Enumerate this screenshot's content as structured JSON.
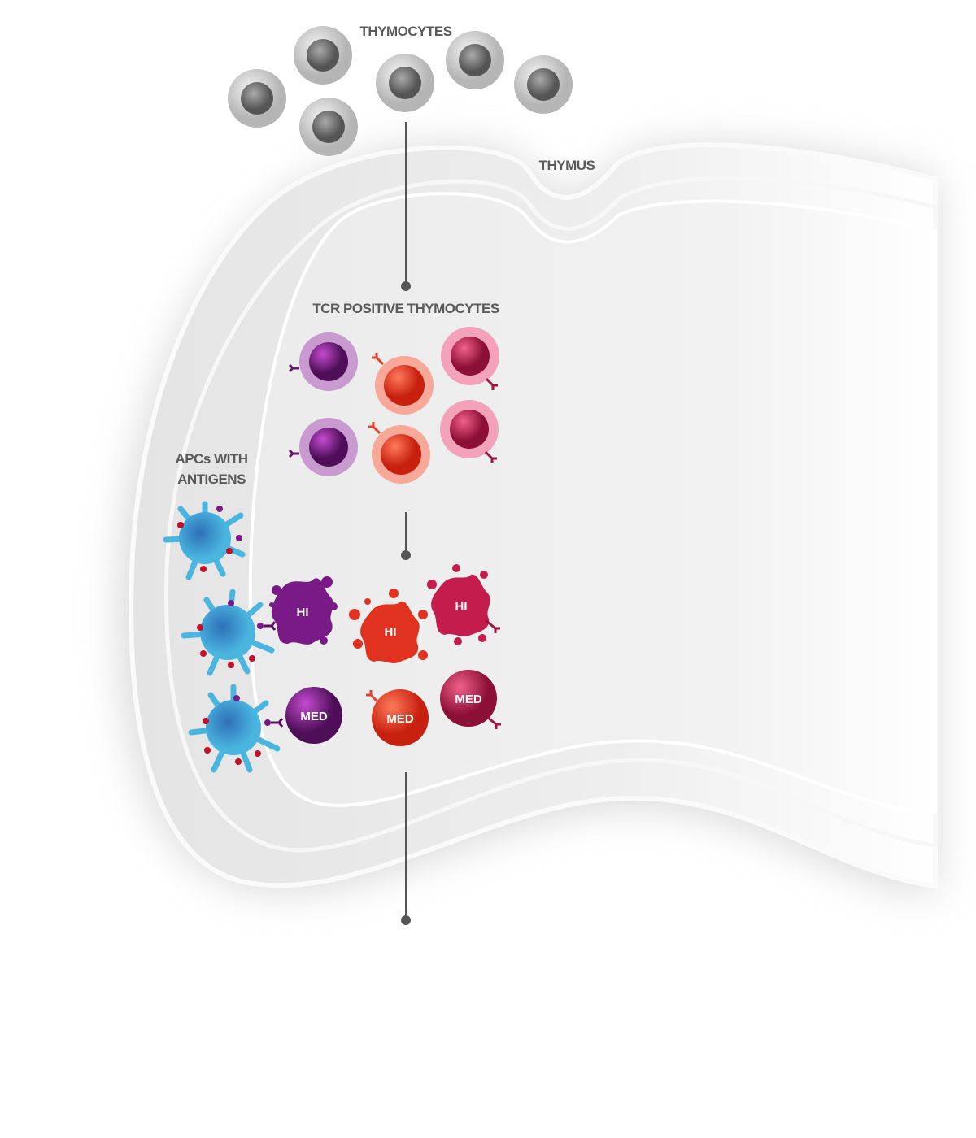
{
  "labels": {
    "thymocytes": "THYMOCYTES",
    "thymus": "THYMUS",
    "tcr_positive": "TCR POSITIVE THYMOCYTES",
    "apcs_line1": "APCs WITH",
    "apcs_line2": "ANTIGENS"
  },
  "cells": {
    "hi": [
      "HI",
      "HI",
      "HI"
    ],
    "med": [
      "MED",
      "MED",
      "MED"
    ]
  },
  "colors": {
    "purple": "#7a1a86",
    "orange": "#e8402a",
    "pink": "#c8204f",
    "apc_blue": "#3a9fd0",
    "grey_cell": "#a8a8a8"
  }
}
